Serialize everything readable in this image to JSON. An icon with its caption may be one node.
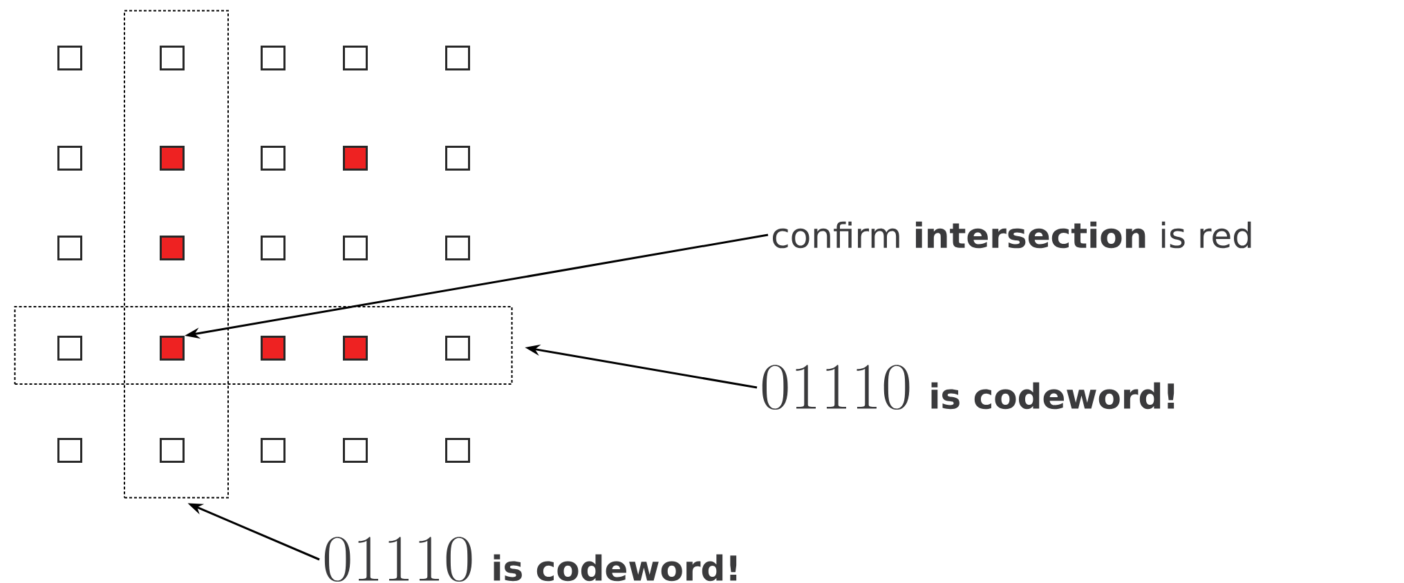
{
  "diagram": {
    "nodes": [
      {
        "text": [],
        "shape": "box"
      },
      {
        "text": [],
        "shape": "box"
      },
      {
        "text": [],
        "shape": "box"
      },
      {
        "text": [],
        "shape": "box",
        "in": 0
      },
      {
        "text": [],
        "shape": "box"
      },
      {
        "text": [],
        "shape": "box"
      },
      {
        "text": [],
        "shape": "box"
      },
      {
        "text": [],
        "shape": "box"
      },
      {
        "text": [],
        "shape": "box",
        "in": 0
      },
      {
        "text": [],
        "shape": "box"
      },
      {
        "text": [],
        "shape": "box"
      },
      {
        "text": [],
        "shape": "box"
      },
      {
        "text": [],
        "shape": "box"
      },
      {
        "text": [],
        "shape": "box",
        "in": 0
      },
      {
        "text": [],
        "shape": "box"
      },
      {
        "text": [],
        "shape": "box"
      },
      {
        "text": [],
        "shape": "box"
      },
      {
        "text": [],
        "shape": "box",
        "in": 1
      },
      {
        "text": [],
        "shape": "box"
      },
      {
        "text": [],
        "shape": "box",
        "in": 1
      },
      {
        "text": [],
        "shape": "box",
        "in": 1
      },
      {
        "text": [],
        "shape": "box",
        "in": 1
      },
      {
        "text": [],
        "shape": "box"
      },
      {
        "text": [],
        "shape": "box",
        "in": 0
      },
      {
        "text": [],
        "shape": "box"
      },
      {
        "text": [],
        "shape": "box"
      },
      {
        "text": [],
        "shape": "box"
      },
      {
        "text": [
          "confirm **intersection** is red"
        ]
      },
      {
        "text": [
          "01110",
          "is codeword!"
        ]
      },
      {
        "text": [
          "01110",
          "is codeword!"
        ]
      }
    ],
    "edges": [
      {
        "from": 27,
        "to": 18,
        "arrow": "to"
      },
      {
        "from": 28,
        "to": 1,
        "arrow": "to"
      },
      {
        "from": 29,
        "to": 0,
        "arrow": "to"
      }
    ]
  }
}
